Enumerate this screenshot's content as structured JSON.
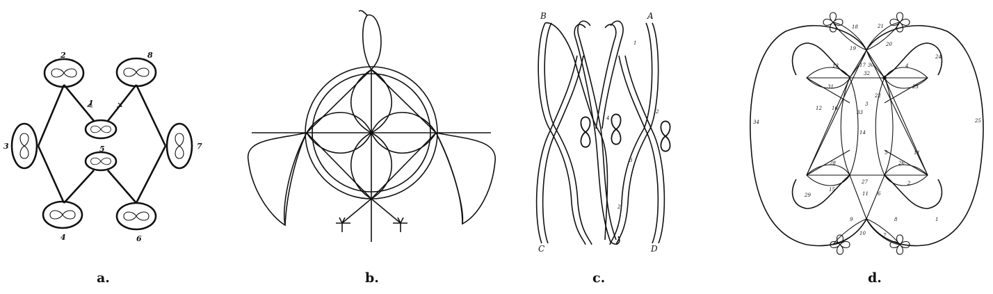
{
  "panels": [
    {
      "caption": "a.",
      "labels": [
        "1",
        "2",
        "3",
        "4",
        "5",
        "6",
        "7",
        "8"
      ]
    },
    {
      "caption": "b."
    },
    {
      "caption": "c.",
      "labels": [
        "A",
        "B",
        "C",
        "D",
        "1",
        "2",
        "3",
        "4",
        "5"
      ]
    },
    {
      "caption": "d.",
      "labels": [
        "1",
        "2",
        "3",
        "4",
        "5",
        "6",
        "7",
        "8",
        "9",
        "10",
        "11",
        "12",
        "13",
        "14",
        "15",
        "16",
        "17",
        "18",
        "19",
        "20",
        "21",
        "22",
        "23",
        "24",
        "25",
        "26",
        "27",
        "28",
        "29",
        "30",
        "31",
        "32",
        "33",
        "34"
      ]
    }
  ]
}
